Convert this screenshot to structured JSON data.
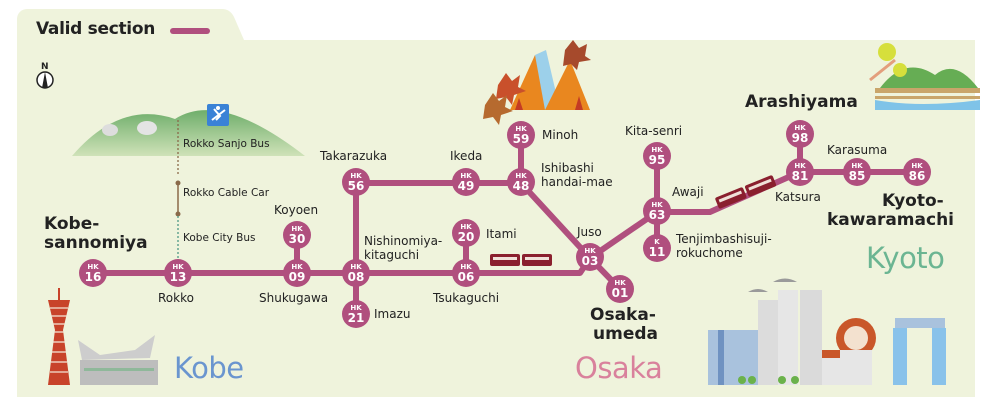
{
  "header": {
    "title": "Valid section",
    "legend_color": "#b04f7e"
  },
  "compass": {
    "label": "N"
  },
  "colors": {
    "line": "#b04f7e",
    "background": "#eff3dc",
    "kobe": "#6a95cf",
    "osaka": "#d9819c",
    "kyoto": "#6bb592",
    "text": "#222222"
  },
  "cities": {
    "kobe": "Kobe",
    "osaka": "Osaka",
    "kyoto": "Kyoto"
  },
  "connections": {
    "rokko_sanjo_bus": "Rokko Sanjo Bus",
    "rokko_cable_car": "Rokko Cable Car",
    "kobe_city_bus": "Kobe City Bus"
  },
  "stations": [
    {
      "id": "kobe-sannomiya",
      "code": "HK",
      "num": "16",
      "name": "Kobe-\nsannomiya"
    },
    {
      "id": "rokko",
      "code": "HK",
      "num": "13",
      "name": "Rokko"
    },
    {
      "id": "shukugawa",
      "code": "HK",
      "num": "09",
      "name": "Shukugawa"
    },
    {
      "id": "koyoen",
      "code": "HK",
      "num": "30",
      "name": "Koyoen"
    },
    {
      "id": "nishinomiya-kitaguchi",
      "code": "HK",
      "num": "08",
      "name": "Nishinomiya-\nkitaguchi"
    },
    {
      "id": "imazu",
      "code": "HK",
      "num": "21",
      "name": "Imazu"
    },
    {
      "id": "takarazuka",
      "code": "HK",
      "num": "56",
      "name": "Takarazuka"
    },
    {
      "id": "ikeda",
      "code": "HK",
      "num": "49",
      "name": "Ikeda"
    },
    {
      "id": "ishibashi-handai-mae",
      "code": "HK",
      "num": "48",
      "name": "Ishibashi\nhandai-mae"
    },
    {
      "id": "minoh",
      "code": "HK",
      "num": "59",
      "name": "Minoh"
    },
    {
      "id": "tsukaguchi",
      "code": "HK",
      "num": "06",
      "name": "Tsukaguchi"
    },
    {
      "id": "itami",
      "code": "HK",
      "num": "20",
      "name": "Itami"
    },
    {
      "id": "juso",
      "code": "HK",
      "num": "03",
      "name": "Juso"
    },
    {
      "id": "osaka-umeda",
      "code": "HK",
      "num": "01",
      "name": "Osaka-\numeda"
    },
    {
      "id": "awaji",
      "code": "HK",
      "num": "63",
      "name": "Awaji"
    },
    {
      "id": "kita-senri",
      "code": "HK",
      "num": "95",
      "name": "Kita-senri"
    },
    {
      "id": "tenjimbashisuji-rokuchome",
      "code": "K",
      "num": "11",
      "name": "Tenjimbashisuji-\nrokuchome"
    },
    {
      "id": "katsura",
      "code": "HK",
      "num": "81",
      "name": "Katsura"
    },
    {
      "id": "arashiyama",
      "code": "HK",
      "num": "98",
      "name": "Arashiyama"
    },
    {
      "id": "karasuma",
      "code": "HK",
      "num": "85",
      "name": "Karasuma"
    },
    {
      "id": "kyoto-kawaramachi",
      "code": "HK",
      "num": "86",
      "name": "Kyoto-\nkawaramachi"
    }
  ],
  "labels": {
    "kobe_sannomiya_1": "Kobe-",
    "kobe_sannomiya_2": "sannomiya",
    "rokko": "Rokko",
    "shukugawa": "Shukugawa",
    "koyoen": "Koyoen",
    "nishinomiya_1": "Nishinomiya-",
    "nishinomiya_2": "kitaguchi",
    "imazu": "Imazu",
    "takarazuka": "Takarazuka",
    "ikeda": "Ikeda",
    "ishibashi_1": "Ishibashi",
    "ishibashi_2": "handai-mae",
    "minoh": "Minoh",
    "tsukaguchi": "Tsukaguchi",
    "itami": "Itami",
    "juso": "Juso",
    "osaka_umeda_1": "Osaka-",
    "osaka_umeda_2": "umeda",
    "awaji": "Awaji",
    "kita_senri": "Kita-senri",
    "tenjimbashisuji_1": "Tenjimbashisuji-",
    "tenjimbashisuji_2": "rokuchome",
    "katsura": "Katsura",
    "arashiyama": "Arashiyama",
    "karasuma": "Karasuma",
    "kyoto_kawaramachi_1": "Kyoto-",
    "kyoto_kawaramachi_2": "kawaramachi"
  }
}
